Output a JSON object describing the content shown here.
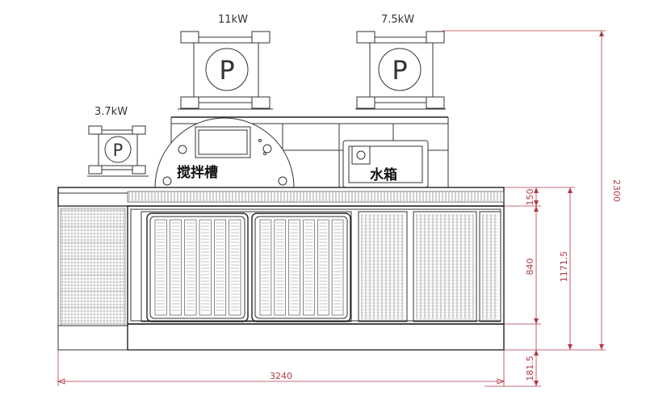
{
  "labels": {
    "motor_large": "11kW",
    "motor_medium": "7.5kW",
    "motor_small": "3.7kW",
    "pump_symbol": "P",
    "mixing_tank": "搅拌槽",
    "water_tank": "水箱"
  },
  "dimensions": {
    "total_width": "3240",
    "total_height": "2300",
    "body_height": "1171.5",
    "top_band": "150",
    "mid_section": "840",
    "base_height": "181.5"
  }
}
